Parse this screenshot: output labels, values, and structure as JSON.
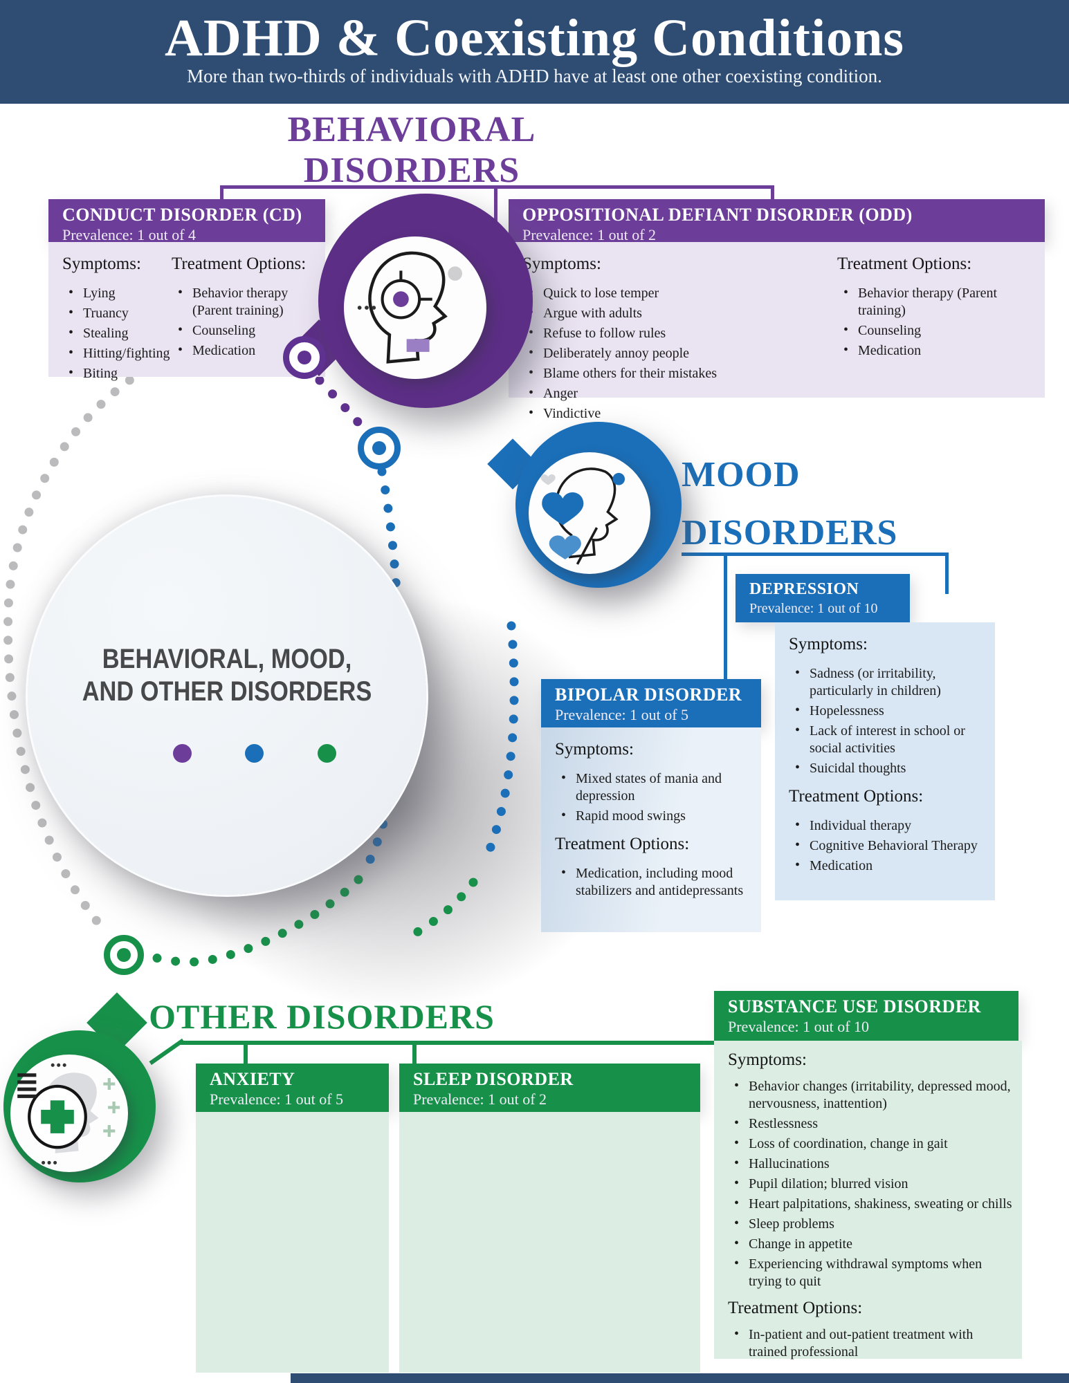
{
  "header": {
    "title": "ADHD & Coexisting Conditions",
    "subtitle": "More than two-thirds of individuals with ADHD have at least one other coexisting condition."
  },
  "sections": {
    "behavioral": {
      "heading": "BEHAVIORAL DISORDERS",
      "color": "#6C3D99"
    },
    "mood": {
      "heading_line1": "MOOD",
      "heading_line2": "DISORDERS",
      "color": "#1B6FB8"
    },
    "other": {
      "heading": "OTHER DISORDERS",
      "color": "#17914A"
    }
  },
  "center_circle": {
    "line1": "BEHAVIORAL, MOOD,",
    "line2": "AND OTHER DISORDERS",
    "dot_colors": [
      "#6C3D99",
      "#1B6FB8",
      "#17914A"
    ]
  },
  "labels": {
    "symptoms": "Symptoms:",
    "treatment": "Treatment Options:"
  },
  "icons": {
    "behavioral": "head-with-gear-icon",
    "mood": "head-with-hearts-icon",
    "other": "head-with-medical-cross-icon"
  },
  "boxes": {
    "cd": {
      "title": "CONDUCT DISORDER (CD)",
      "prevalence": "Prevalence: 1 out of 4",
      "symptoms": [
        "Lying",
        "Truancy",
        "Stealing",
        "Hitting/fighting",
        "Biting"
      ],
      "treatments": [
        "Behavior therapy (Parent training)",
        "Counseling",
        "Medication"
      ]
    },
    "odd": {
      "title": "OPPOSITIONAL DEFIANT DISORDER (ODD)",
      "prevalence": "Prevalence: 1 out of 2",
      "symptoms": [
        "Quick to lose temper",
        "Argue with adults",
        "Refuse to follow rules",
        "Deliberately annoy people",
        "Blame others for their mistakes",
        "Anger",
        "Vindictive"
      ],
      "treatments": [
        "Behavior therapy (Parent training)",
        "Counseling",
        "Medication"
      ]
    },
    "depression": {
      "title": "DEPRESSION",
      "prevalence": "Prevalence: 1 out of 10",
      "symptoms": [
        "Sadness (or irritability, particularly in children)",
        "Hopelessness",
        "Lack of interest in school or social activities",
        "Suicidal thoughts"
      ],
      "treatments": [
        "Individual therapy",
        "Cognitive Behavioral Therapy",
        "Medication"
      ]
    },
    "bipolar": {
      "title": "BIPOLAR DISORDER",
      "prevalence": "Prevalence: 1 out of 5",
      "symptoms": [
        "Mixed states of mania and depression",
        "Rapid mood swings"
      ],
      "treatments": [
        "Medication, including mood stabilizers and antidepressants"
      ]
    },
    "anxiety": {
      "title": "ANXIETY",
      "prevalence": "Prevalence: 1 out of 5"
    },
    "sleep": {
      "title": "SLEEP DISORDER",
      "prevalence": "Prevalence: 1 out of 2"
    },
    "substance": {
      "title": "SUBSTANCE USE DISORDER",
      "prevalence": "Prevalence: 1 out of 10",
      "symptoms": [
        "Behavior changes (irritability, depressed mood, nervousness, inattention)",
        "Restlessness",
        "Loss of coordination, change in gait",
        "Hallucinations",
        "Pupil dilation; blurred vision",
        "Heart palpitations, shakiness, sweating or chills",
        "Sleep problems",
        "Change in appetite",
        "Experiencing withdrawal symptoms when trying to quit"
      ],
      "treatments": [
        "In-patient and out-patient treatment with trained professional"
      ]
    }
  }
}
